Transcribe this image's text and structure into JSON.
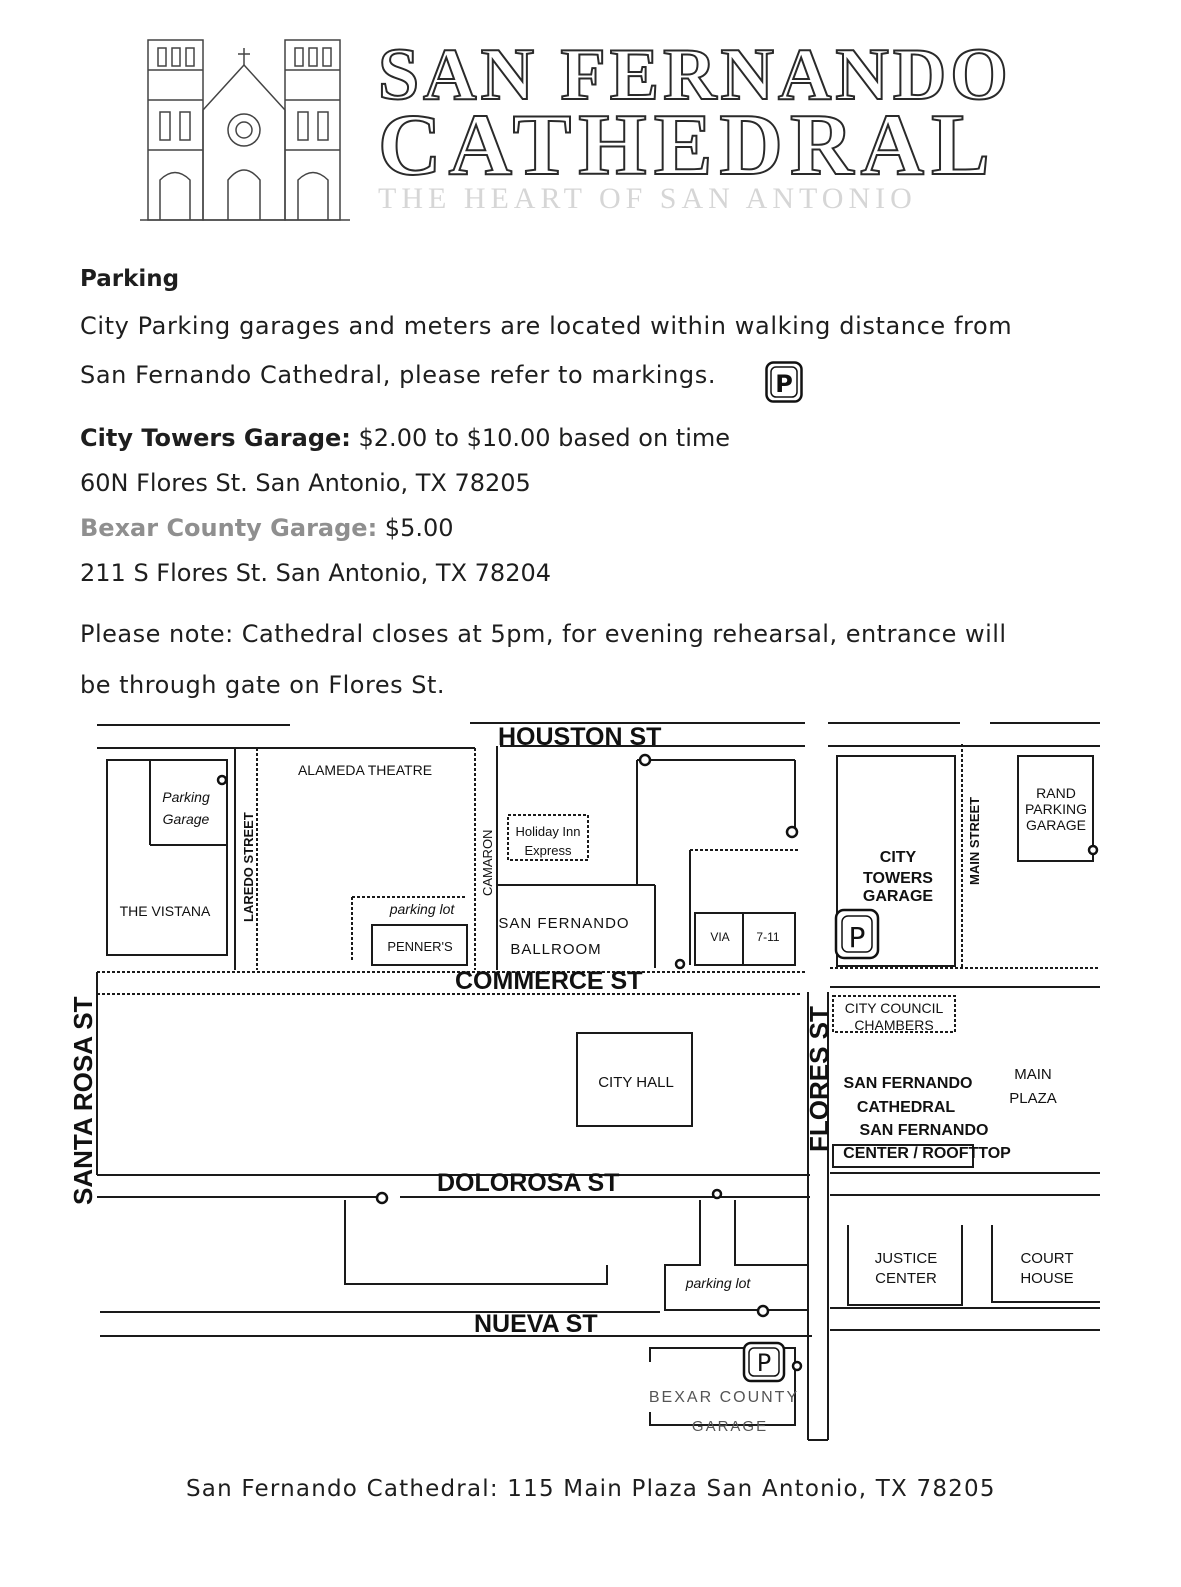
{
  "header": {
    "title_line_1": "SAN FERNANDO",
    "title_line_2": "CATHEDRAL",
    "tagline": "THE HEART OF SAN ANTONIO",
    "logo_icon": "cathedral-facade-icon"
  },
  "parking": {
    "heading": "Parking",
    "intro_line_1": "City Parking garages and meters are located within walking distance from",
    "intro_line_2": "San Fernando Cathedral, please refer to markings.",
    "marker_letter": "P"
  },
  "garages": [
    {
      "name": "City Towers Garage:",
      "price": " $2.00 to $10.00 based on time",
      "address": "60N Flores St. San Antonio, TX 78205"
    },
    {
      "name": "Bexar County Garage:",
      "price": " $5.00",
      "address": "211 S Flores St. San Antonio, TX 78204"
    }
  ],
  "note": {
    "line_1": "Please note: Cathedral closes at 5pm, for evening rehearsal, entrance will",
    "line_2": "be through gate on Flores St."
  },
  "map": {
    "streets": {
      "houston": "HOUSTON ST",
      "commerce": "COMMERCE ST",
      "dolorosa": "DOLOROSA ST",
      "nueva": "NUEVA ST",
      "santa_rosa": "SANTA ROSA ST",
      "flores": "FLORES ST",
      "laredo": "LAREDO STREET",
      "camaron": "CAMARON",
      "main": "MAIN STREET"
    },
    "places": {
      "parking_garage_1": "Parking",
      "parking_garage_2": "Garage",
      "vistana": "THE VISTANA",
      "alameda": "ALAMEDA THEATRE",
      "holiday_1": "Holiday Inn",
      "holiday_2": "Express",
      "parking_lot_top": "parking lot",
      "penners": "PENNER'S",
      "ballroom_1": "SAN FERNANDO",
      "ballroom_2": "BALLROOM",
      "via": "VIA",
      "seven_eleven": "7-11",
      "city_towers_1": "CITY",
      "city_towers_2": "TOWERS",
      "city_towers_3": "GARAGE",
      "rand_1": "RAND",
      "rand_2": "PARKING",
      "rand_3": "GARAGE",
      "council_1": "CITY COUNCIL",
      "council_2": "CHAMBERS",
      "city_hall": "CITY HALL",
      "cathedral_1": "SAN FERNANDO",
      "cathedral_2": "CATHEDRAL",
      "cathedral_3": "SAN FERNANDO",
      "cathedral_4": "CENTER / ROOFTTOP",
      "main_plaza_1": "MAIN",
      "main_plaza_2": "PLAZA",
      "parking_lot_bottom": "parking lot",
      "justice_1": "JUSTICE",
      "justice_2": "CENTER",
      "court_1": "COURT",
      "court_2": "HOUSE",
      "bexar_1": "BEXAR COUNTY",
      "bexar_2": "GARAGE"
    },
    "marker_letter": "P"
  },
  "footer": {
    "address": "San Fernando Cathedral: 115 Main Plaza San Antonio, TX 78205"
  }
}
